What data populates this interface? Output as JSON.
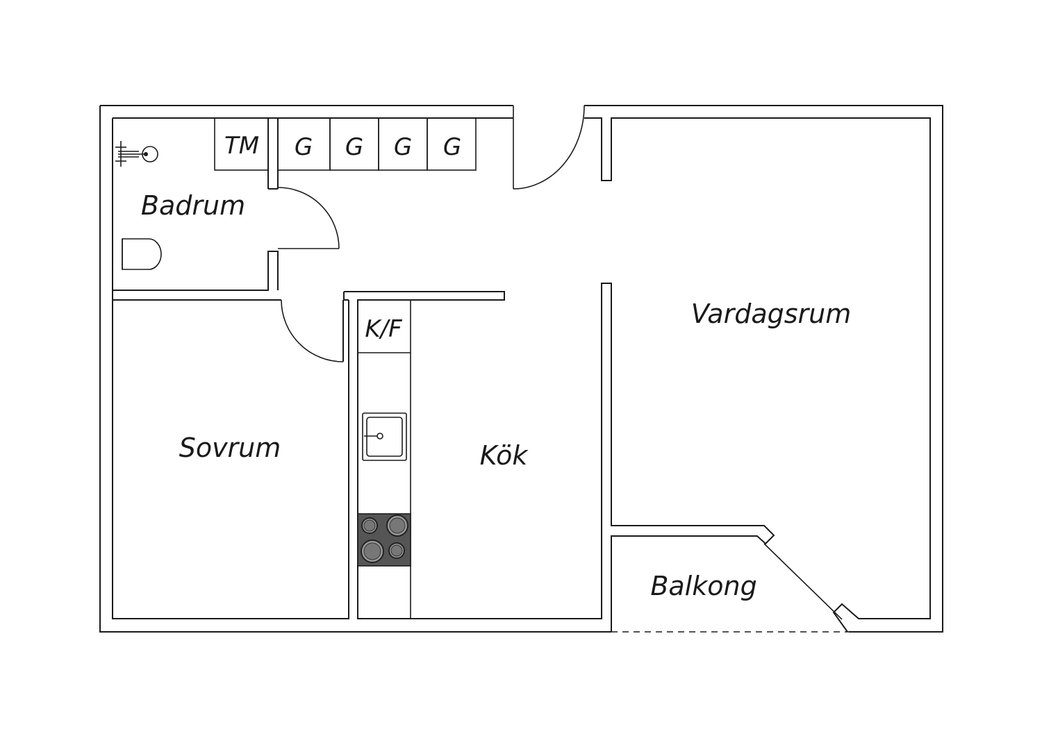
{
  "rooms": {
    "bathroom": "Badrum",
    "bedroom": "Sovrum",
    "kitchen": "Kök",
    "living_room": "Vardagsrum",
    "balcony": "Balkong"
  },
  "fixtures": {
    "washer": "TM",
    "wardrobes": [
      "G",
      "G",
      "G",
      "G"
    ],
    "fridge_freezer": "K/F"
  },
  "colors": {
    "line": "#1a1a1a",
    "stove": "#555555",
    "background": "#ffffff"
  }
}
